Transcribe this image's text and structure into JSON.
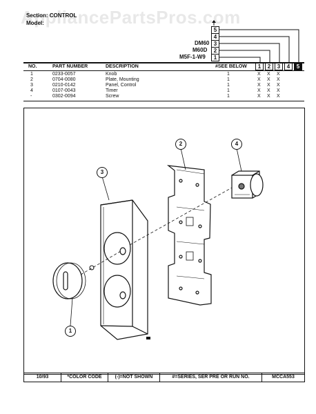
{
  "watermark": "AppliancePartsPros.com",
  "header": {
    "section_label": "Section: CONTROL",
    "model_label": "Model:"
  },
  "models": [
    {
      "name": "DM60",
      "box": "3"
    },
    {
      "name": "M60D",
      "box": "2"
    },
    {
      "name": "M5F-1-W9",
      "box": "1"
    }
  ],
  "model_boxes_top": [
    "5",
    "4"
  ],
  "table": {
    "columns": [
      "NO.",
      "PART NUMBER",
      "DESCRIPTION",
      "#SEE BELOW"
    ],
    "model_columns": [
      "1",
      "2",
      "3",
      "4",
      "5"
    ],
    "rows": [
      {
        "no": "1",
        "part": "0233-0057",
        "desc": "Knob",
        "qty": "1",
        "marks": [
          "X",
          "X",
          "X"
        ]
      },
      {
        "no": "2",
        "part": "0704-0080",
        "desc": "Plate, Mounting",
        "qty": "1",
        "marks": [
          "X",
          "X",
          "X"
        ]
      },
      {
        "no": "3",
        "part": "0210-0142",
        "desc": "Panel, Control",
        "qty": "1",
        "marks": [
          "X",
          "X",
          "X"
        ]
      },
      {
        "no": "4",
        "part": "0107-0043",
        "desc": "Timer",
        "qty": "1",
        "marks": [
          "X",
          "X",
          "X"
        ]
      },
      {
        "no": "-",
        "part": "0302-0094",
        "desc": "Screw",
        "qty": "1",
        "marks": [
          "X",
          "X",
          "X"
        ]
      }
    ]
  },
  "callouts": [
    "1",
    "2",
    "3",
    "4"
  ],
  "footer": {
    "date": "10/93",
    "color_code": "*COLOR CODE",
    "not_shown": "(-)=NOT SHOWN",
    "series": "#=SERIES, SER PRE OR RUN NO.",
    "code": "MCCA553"
  }
}
